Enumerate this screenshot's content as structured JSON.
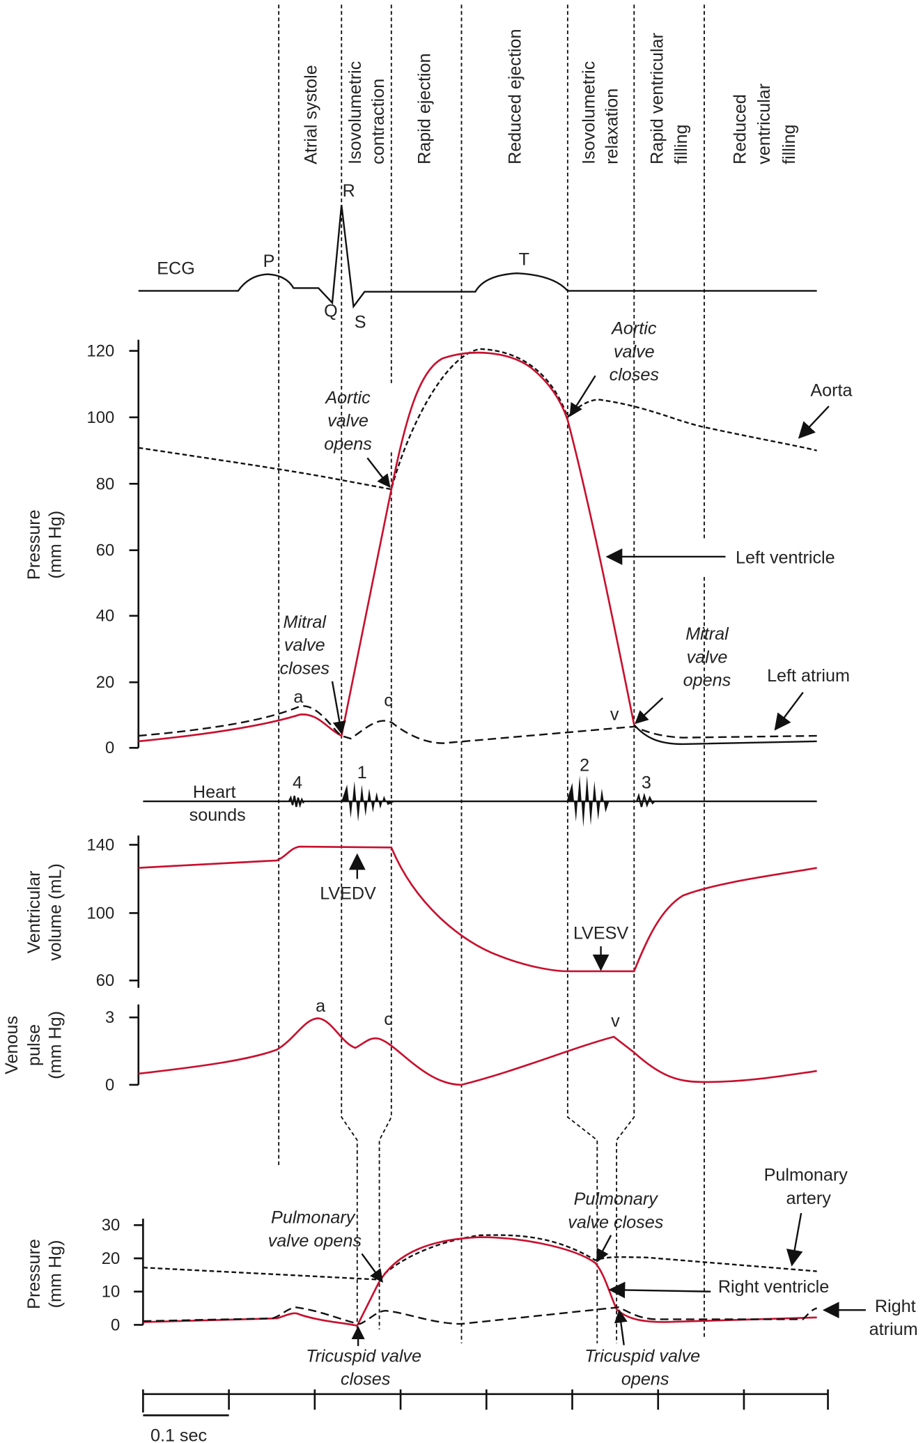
{
  "phases": {
    "atrial_systole": "Atrial systole",
    "iso_contraction": [
      "Isovolumetric",
      "contraction"
    ],
    "rapid_ejection": "Rapid ejection",
    "reduced_ejection": "Reduced ejection",
    "iso_relaxation": [
      "Isovolumetric",
      "relaxation"
    ],
    "rapid_filling": [
      "Rapid ventricular",
      "filling"
    ],
    "reduced_filling": [
      "Reduced",
      "ventricular",
      "filling"
    ]
  },
  "ecg": {
    "label": "ECG",
    "P": "P",
    "Q": "Q",
    "R": "R",
    "S": "S",
    "T": "T"
  },
  "left_pressure": {
    "axis_label": [
      "Pressure",
      "(mm Hg)"
    ],
    "ticks": [
      "0",
      "20",
      "40",
      "60",
      "80",
      "100",
      "120"
    ],
    "aortic_opens": [
      "Aortic",
      "valve",
      "opens"
    ],
    "aortic_closes": [
      "Aortic",
      "valve",
      "closes"
    ],
    "mitral_closes": [
      "Mitral",
      "valve",
      "closes"
    ],
    "mitral_opens": [
      "Mitral",
      "valve",
      "opens"
    ],
    "aorta": "Aorta",
    "left_ventricle": "Left ventricle",
    "left_atrium": "Left atrium",
    "a": "a",
    "c": "c",
    "v": "v"
  },
  "heart_sounds": {
    "label": [
      "Heart",
      "sounds"
    ],
    "s1": "1",
    "s2": "2",
    "s3": "3",
    "s4": "4"
  },
  "volume": {
    "axis_label": [
      "Ventricular",
      "volume (mL)"
    ],
    "ticks": [
      "60",
      "100",
      "140"
    ],
    "lvedv": "LVEDV",
    "lvesv": "LVESV"
  },
  "venous": {
    "axis_label": [
      "Venous",
      "pulse",
      "(mm Hg)"
    ],
    "ticks": [
      "0",
      "3"
    ],
    "a": "a",
    "c": "c",
    "v": "v"
  },
  "right_pressure": {
    "axis_label": [
      "Pressure",
      "(mm Hg)"
    ],
    "ticks": [
      "0",
      "10",
      "20",
      "30"
    ],
    "pulm_opens": [
      "Pulmonary",
      "valve opens"
    ],
    "pulm_closes": [
      "Pulmonary",
      "valve closes"
    ],
    "pulm_artery": [
      "Pulmonary",
      "artery"
    ],
    "right_ventricle": "Right ventricle",
    "right_atrium": [
      "Right",
      "atrium"
    ],
    "tric_closes": [
      "Tricuspid valve",
      "closes"
    ],
    "tric_opens": [
      "Tricuspid valve",
      "opens"
    ]
  },
  "time_scale": "0.1 sec",
  "colors": {
    "ventricle": "#c8102e",
    "lines": "#111111"
  }
}
